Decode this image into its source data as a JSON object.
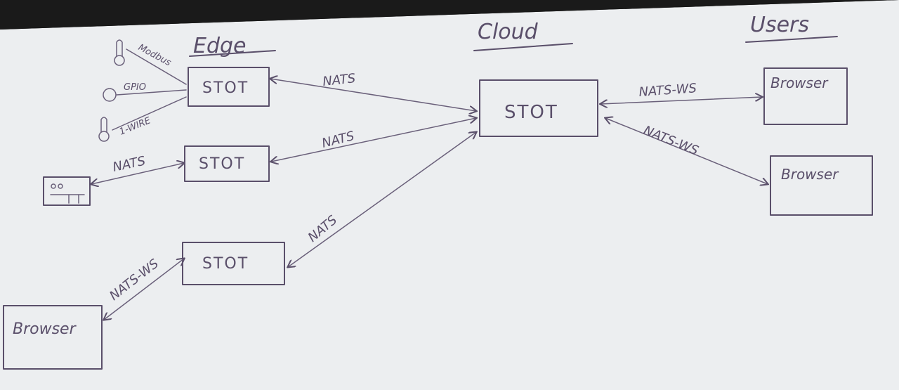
{
  "headings": {
    "edge": "Edge",
    "cloud": "Cloud",
    "users": "Users"
  },
  "boxes": {
    "edge_1": "STOT",
    "edge_2": "STOT",
    "edge_3": "STOT",
    "cloud": "STOT",
    "browser_user_1": "Browser",
    "browser_user_2": "Browser",
    "browser_edge": "Browser"
  },
  "links": {
    "edge1_cloud": "NATS",
    "edge2_cloud": "NATS",
    "edge3_cloud": "NATS",
    "device_edge2": "NATS",
    "browser_edge3": "NATS-WS",
    "cloud_browser1": "NATS-WS",
    "cloud_browser2": "NATS-WS"
  },
  "sensors": {
    "modbus": "Modbus",
    "gpio": "GPIO",
    "onewire": "1-WIRE"
  },
  "colors": {
    "paper": "#eceef0",
    "ink": "#5a4f6a"
  }
}
